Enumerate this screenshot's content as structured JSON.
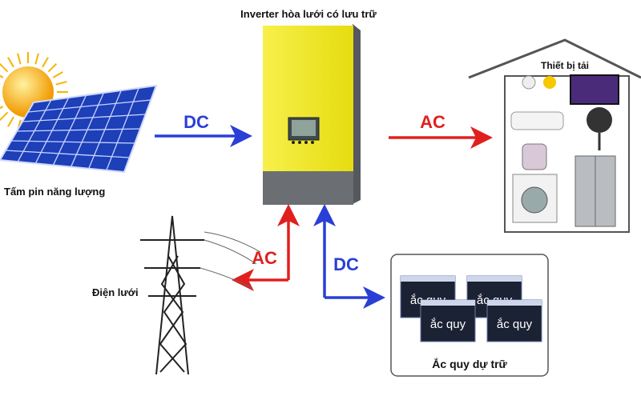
{
  "title": "Inverter hòa lưới có lưu trữ",
  "nodes": {
    "solar": {
      "label": "Tấm pin năng lượng"
    },
    "inverter": {
      "label": "Inverter hòa lưới có lưu trữ"
    },
    "load": {
      "label": "Thiết bị tải"
    },
    "grid": {
      "label": "Điện lưới"
    },
    "battery": {
      "label": "Ắc quy dự trữ",
      "unit_label": "ắc quy"
    }
  },
  "edges": {
    "solar_to_inverter": {
      "label": "DC",
      "color": "#2a3fd6"
    },
    "inverter_to_load": {
      "label": "AC",
      "color": "#e0201e"
    },
    "grid_inverter": {
      "label": "AC",
      "color": "#e0201e"
    },
    "inverter_battery": {
      "label": "DC",
      "color": "#2a3fd6"
    }
  },
  "colors": {
    "inverter_body": "#f2ea1e",
    "inverter_base": "#6b6f74",
    "panel": "#1d3fb8",
    "sun": "#f7b500"
  }
}
